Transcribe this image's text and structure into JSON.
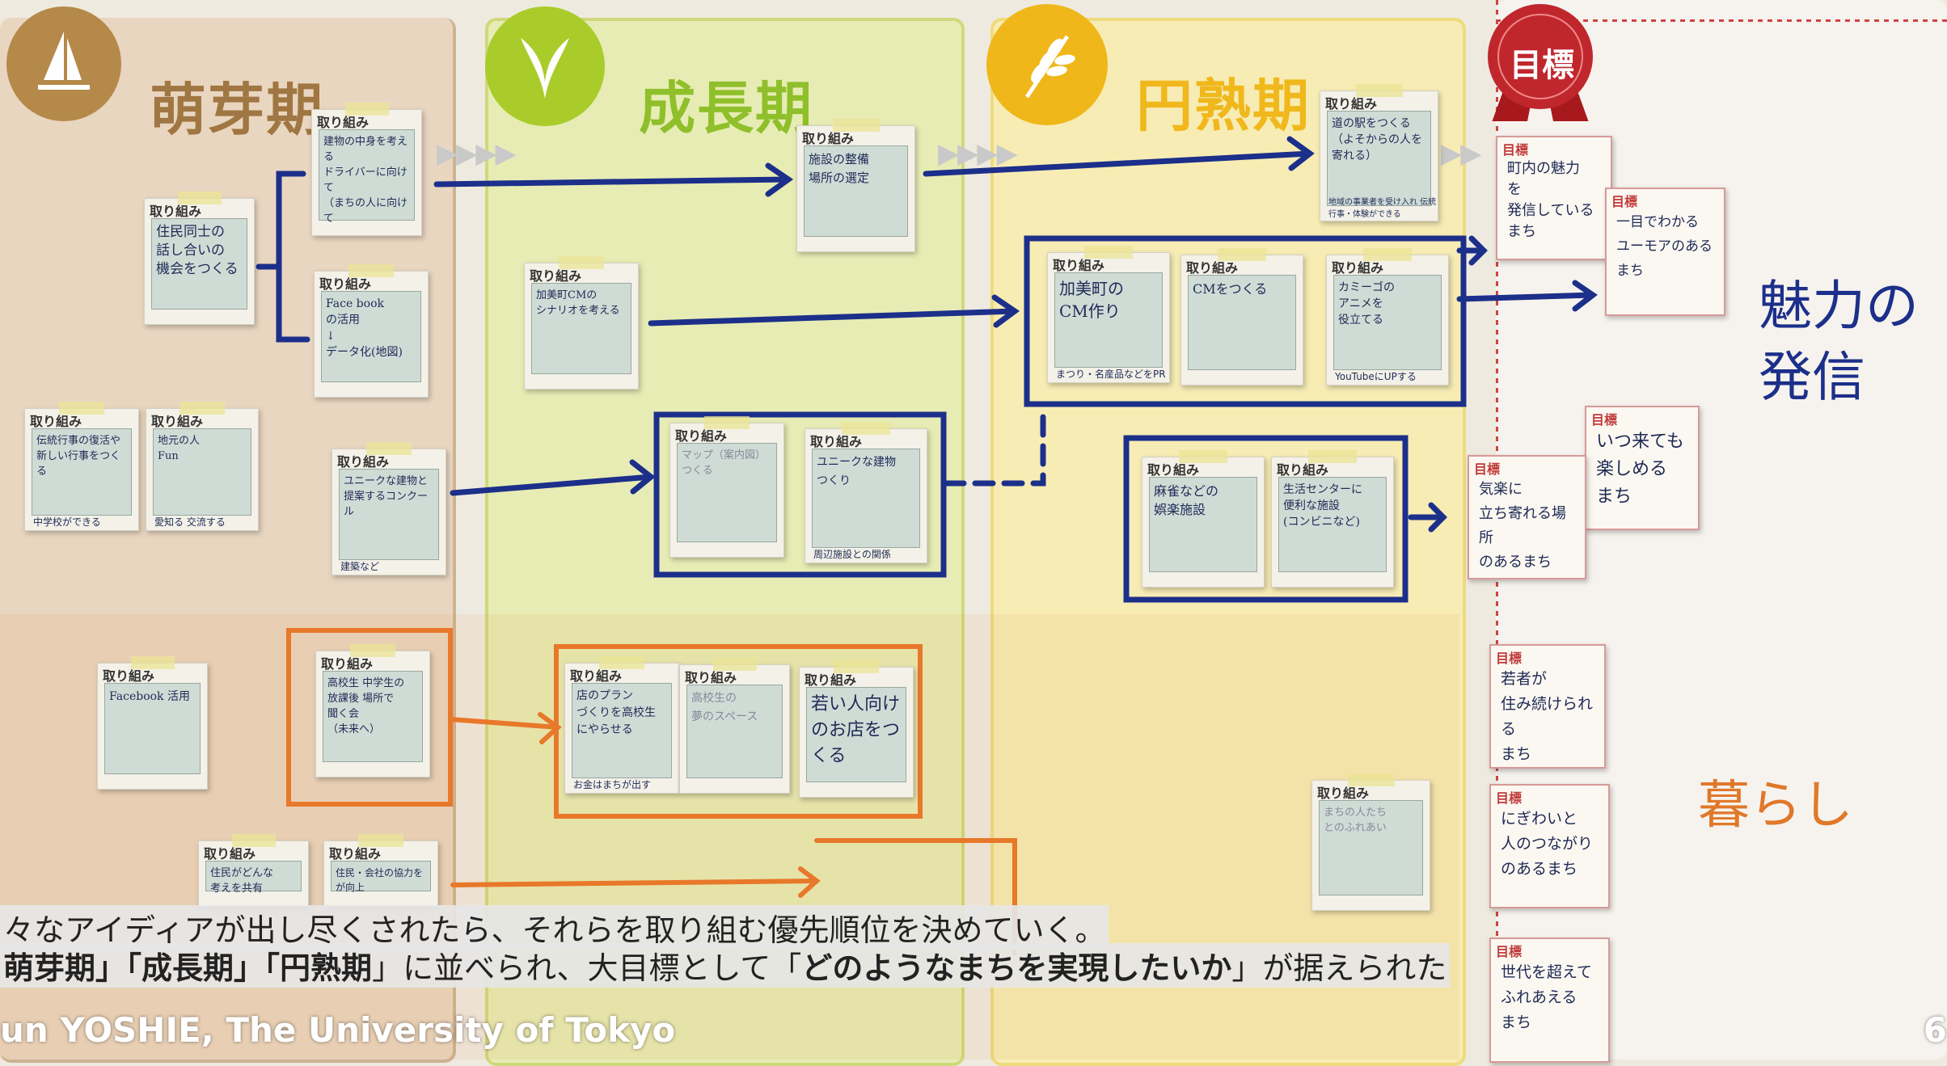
{
  "phases": {
    "sprout": "萌芽期",
    "growth": "成長期",
    "mature": "円熟期",
    "goal": "目標"
  },
  "note_header": "取り組み",
  "goal_header": "目標",
  "notes": {
    "n1": {
      "text": "住民同士の\n話し合いの\n機会をつくる",
      "foot": ""
    },
    "n2": {
      "text": "建物の中身を考える\nドライバーに向けて\n（まちの人に向けて",
      "foot": ""
    },
    "n3": {
      "text": "Face book\nの活用\n↓\nデータ化(地図)",
      "foot": ""
    },
    "n4": {
      "text": "伝統行事の復活や\n新しい行事をつくる",
      "foot": "中学校ができる"
    },
    "n5": {
      "text": "地元の人\nFun",
      "foot": "愛知る 交流する"
    },
    "n6": {
      "text": "ユニークな建物と\n提案するコンクール",
      "foot": "建築など"
    },
    "n7": {
      "text": "Facebook 活用",
      "foot": ""
    },
    "n8": {
      "text": "高校生 中学生の\n放課後 場所で\n聞く会\n（未来へ）",
      "foot": ""
    },
    "n9": {
      "text": "住民がどんな\n考えを共有",
      "foot": ""
    },
    "n10": {
      "text": "住民・会社の協力を\nが向上",
      "foot": ""
    },
    "n11": {
      "text": "施設の整備\n場所の選定",
      "foot": ""
    },
    "n12": {
      "text": "加美町CMの\nシナリオを考える",
      "foot": ""
    },
    "n13": {
      "text": "マップ（案内図）\nつくる",
      "foot": ""
    },
    "n14": {
      "text": "ユニークな建物\nつくり",
      "foot": "周辺施設との関係"
    },
    "n15": {
      "text": "店のプラン\nづくりを高校生\nにやらせる",
      "foot": "お金はまちが出す"
    },
    "n16": {
      "text": "高校生の\n夢のスペース",
      "foot": ""
    },
    "n17": {
      "text": "若い人向け\nのお店をつくる",
      "foot": ""
    },
    "n18": {
      "text": "道の駅をつくる\n（よそからの人を\n寄れる）",
      "foot": "地域の事業者を受け入れ\n伝統行事・体験ができる"
    },
    "n19": {
      "text": "加美町の\nCM作り",
      "foot": "まつり・名産品などをPR"
    },
    "n20": {
      "text": "CMをつくる",
      "foot": ""
    },
    "n21": {
      "text": "カミーゴの\nアニメを\n役立てる",
      "foot": "YouTubeにUPする"
    },
    "n22": {
      "text": "麻雀などの\n娯楽施設",
      "foot": ""
    },
    "n23": {
      "text": "生活センターに\n便利な施設\n(コンビニなど)",
      "foot": ""
    },
    "n24": {
      "text": "まちの人たち\nとのふれあい",
      "foot": ""
    }
  },
  "goals": {
    "g1": "町内の魅力\nを\n発信している\nまち",
    "g2": "一目でわかる\nユーモアのあるまち",
    "g3": "いつ来ても\n楽しめる\nまち",
    "g4": "気楽に\n立ち寄れる場所\nのあるまち",
    "g5": "若者が\n住み続けられる\nまち",
    "g6": "にぎわいと\n人のつながり\nのあるまち",
    "g7": "世代を超えて\nふれあえる\nまち"
  },
  "handwritten": {
    "charm": "魅力の\n発信",
    "living": "暮らし"
  },
  "caption": {
    "line1": "々なアイディアが出し尽くされたら、それらを取り組む優先順位を決めていく。",
    "line2_a": "萌芽期」「",
    "line2_b": "成長期",
    "line2_c": "」「",
    "line2_d": "円熟期",
    "line2_e": "」に並べられ、大目標として「",
    "line2_f": "どのようなまちを実現したいか",
    "line2_g": "」が据えられた"
  },
  "footer": "un YOSHIE, The University of Tokyo",
  "page_number": "6",
  "colors": {
    "sprout": "#b5894a",
    "growth": "#a9cc2b",
    "mature": "#f0b71a",
    "goal": "#c0272d",
    "marker_blue": "#1c2f8a",
    "marker_orange": "#e8782a"
  }
}
